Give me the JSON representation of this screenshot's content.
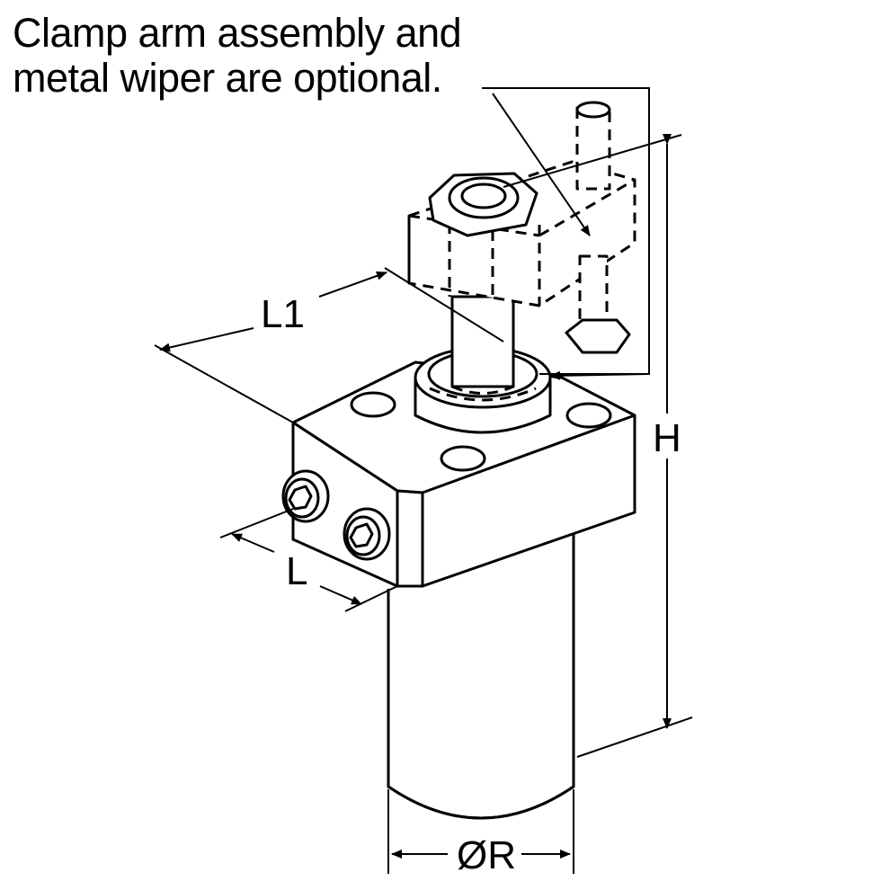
{
  "note": {
    "line1": "Clamp arm assembly and",
    "line2": "metal wiper are optional."
  },
  "dimensions": {
    "l1": "L1",
    "l": "L",
    "h": "H",
    "r": "ØR"
  },
  "colors": {
    "ink": "#000000",
    "background": "#ffffff"
  }
}
